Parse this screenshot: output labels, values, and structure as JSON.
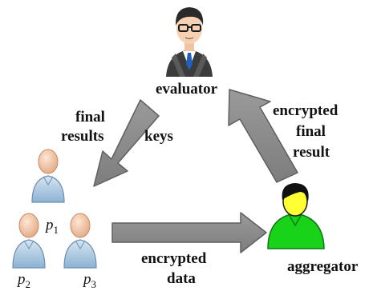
{
  "nodes": {
    "evaluator": {
      "label": "evaluator"
    },
    "aggregator": {
      "label": "aggregator"
    },
    "participants": [
      {
        "letter": "p",
        "index": "1"
      },
      {
        "letter": "p",
        "index": "2"
      },
      {
        "letter": "p",
        "index": "3"
      }
    ]
  },
  "edges": {
    "evaluator_to_participants": {
      "line1": "final",
      "line2": "results",
      "line3": "keys"
    },
    "aggregator_to_evaluator": {
      "line1": "encrypted",
      "line2": "final",
      "line3": "result"
    },
    "participants_to_aggregator": {
      "line1": "encrypted",
      "line2": "data"
    }
  },
  "colors": {
    "arrow": "#8c8c8c",
    "arrow_border": "#5f5f5f",
    "participant_body": "#a9c7e0",
    "participant_outline": "#6e8fb0",
    "participant_head": "#f2c9a8",
    "aggregator_body": "#19d21a",
    "aggregator_head": "#ffff33",
    "evaluator_vest": "#4a4a4a",
    "evaluator_tie": "#2060c0"
  }
}
